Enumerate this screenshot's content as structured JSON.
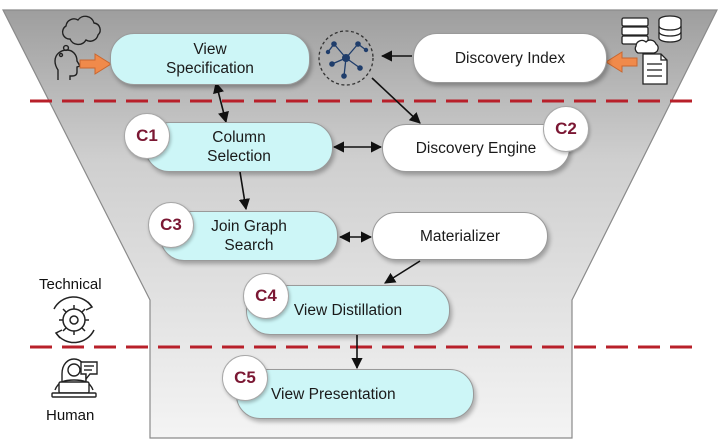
{
  "nodes": {
    "view_specification": "View\nSpecification",
    "discovery_index": "Discovery Index",
    "column_selection": "Column\nSelection",
    "discovery_engine": "Discovery Engine",
    "join_graph_search": "Join Graph\nSearch",
    "materializer": "Materializer",
    "view_distillation": "View Distillation",
    "view_presentation": "View Presentation"
  },
  "badges": {
    "c1": "C1",
    "c2": "C2",
    "c3": "C3",
    "c4": "C4",
    "c5": "C5"
  },
  "side_labels": {
    "technical": "Technical",
    "human": "Human"
  },
  "colors": {
    "funnel_top": "#9e9e9e",
    "funnel_bottom": "#f4f4f4",
    "divider": "#b8202a",
    "badge_text": "#7b1733",
    "node_cyan": "#cdf6f7",
    "input_arrow": "#f08a4b"
  }
}
